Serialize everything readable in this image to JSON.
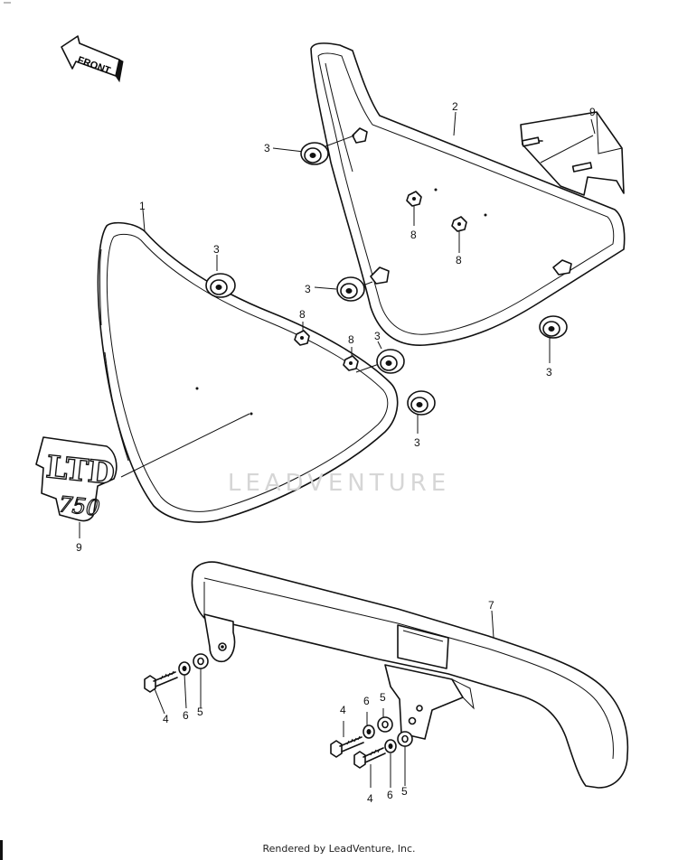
{
  "front_arrow": {
    "label": "FRONT"
  },
  "callouts": [
    {
      "id": "c1",
      "text": "1"
    },
    {
      "id": "c2",
      "text": "2"
    },
    {
      "id": "c3a",
      "text": "3"
    },
    {
      "id": "c3b",
      "text": "3"
    },
    {
      "id": "c3c",
      "text": "3"
    },
    {
      "id": "c3d",
      "text": "3"
    },
    {
      "id": "c3e",
      "text": "3"
    },
    {
      "id": "c3f",
      "text": "3"
    },
    {
      "id": "c4a",
      "text": "4"
    },
    {
      "id": "c4b",
      "text": "4"
    },
    {
      "id": "c4c",
      "text": "4"
    },
    {
      "id": "c5a",
      "text": "5"
    },
    {
      "id": "c5b",
      "text": "5"
    },
    {
      "id": "c5c",
      "text": "5"
    },
    {
      "id": "c6a",
      "text": "6"
    },
    {
      "id": "c6b",
      "text": "6"
    },
    {
      "id": "c6c",
      "text": "6"
    },
    {
      "id": "c7",
      "text": "7"
    },
    {
      "id": "c8a",
      "text": "8"
    },
    {
      "id": "c8b",
      "text": "8"
    },
    {
      "id": "c8c",
      "text": "8"
    },
    {
      "id": "c8d",
      "text": "8"
    },
    {
      "id": "c9a",
      "text": "9"
    },
    {
      "id": "c9b",
      "text": "9"
    }
  ],
  "emblem": {
    "line1": "LTD",
    "line2": "750"
  },
  "watermark": {
    "text": "LEADVENTURE"
  },
  "footer": {
    "text": "Rendered by LeadVenture, Inc."
  }
}
